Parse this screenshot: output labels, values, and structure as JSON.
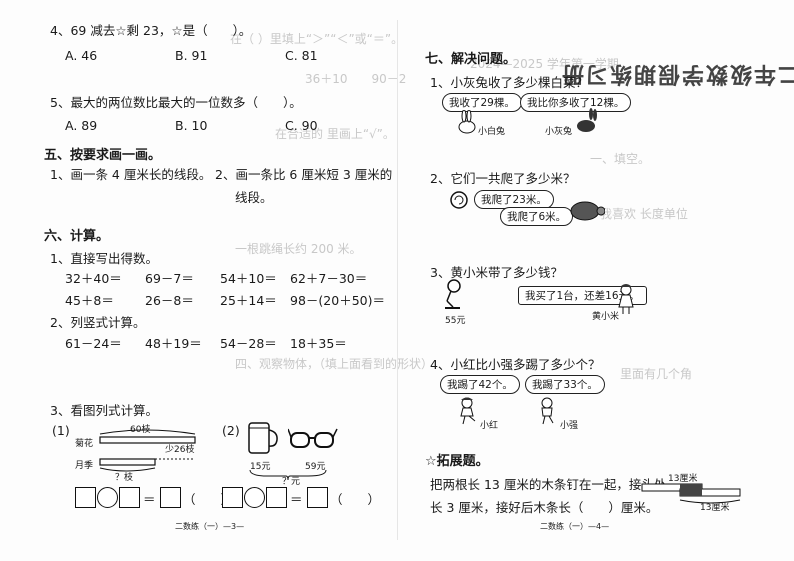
{
  "left": {
    "q4": "4、69 减去☆剩 23，☆是（　　）。",
    "q4_opts": [
      "A. 46",
      "B. 91",
      "C. 81"
    ],
    "q5": "5、最大的两位数比最大的一位数多（　　）。",
    "q5_opts": [
      "A. 89",
      "B. 10",
      "C. 90"
    ],
    "sec5": "五、按要求画一画。",
    "draw1": "1、画一条 4 厘米长的线段。",
    "draw2a": "2、画一条比 6 厘米短 3 厘米的",
    "draw2b": "线段。",
    "sec6": "六、计算。",
    "calc1": "1、直接写出得数。",
    "row1": [
      "32＋40＝",
      "69－7＝",
      "54＋10＝",
      "62＋7－30＝"
    ],
    "row2": [
      "45＋8＝",
      "26－8＝",
      "25＋14＝",
      "98－(20＋50)＝"
    ],
    "calc2": "2、列竖式计算。",
    "row3": [
      "61－24＝",
      "48＋19＝",
      "54－28＝",
      "18＋35＝"
    ],
    "calc3": "3、看图列式计算。",
    "fig1_no": "(1)",
    "fig2_no": "(2)",
    "fig1_top": "60枝",
    "fig1_label1": "菊花",
    "fig1_label2": "月季",
    "fig1_more": "少26枝",
    "fig1_q": "？枝",
    "fig2_p1": "15元",
    "fig2_p2": "59元",
    "fig2_q": "？元",
    "bracket": "（　　）",
    "footer": "二数练（一）—3—"
  },
  "right": {
    "sec7": "七、解决问题。",
    "p1": "1、小灰兔收了多少棵白菜？",
    "p1_b1": "我收了29棵。",
    "p1_b2": "我比你多收了12棵。",
    "p1_n1": "小白兔",
    "p1_n2": "小灰兔",
    "p2": "2、它们一共爬了多少米？",
    "p2_b1": "我爬了23米。",
    "p2_b2": "我爬了6米。",
    "p3": "3、黄小米带了多少钱？",
    "p3_b1": "我买了1台，还差16元。",
    "p3_price": "55元",
    "p3_n": "黄小米",
    "p4": "4、小红比小强多踢了多少个？",
    "p4_b1": "我踢了42个。",
    "p4_b2": "我踢了33个。",
    "p4_n1": "小红",
    "p4_n2": "小强",
    "ext": "☆拓展题。",
    "ext1": "把两根长 13 厘米的木条钉在一起，接头处",
    "ext2": "长 3 厘米，接好后木条长（　　）厘米。",
    "ext_l1": "13厘米",
    "ext_l2": "13厘米",
    "title_mirror": "二年级数学假期练习册",
    "footer": "二数练（一）—4—"
  }
}
